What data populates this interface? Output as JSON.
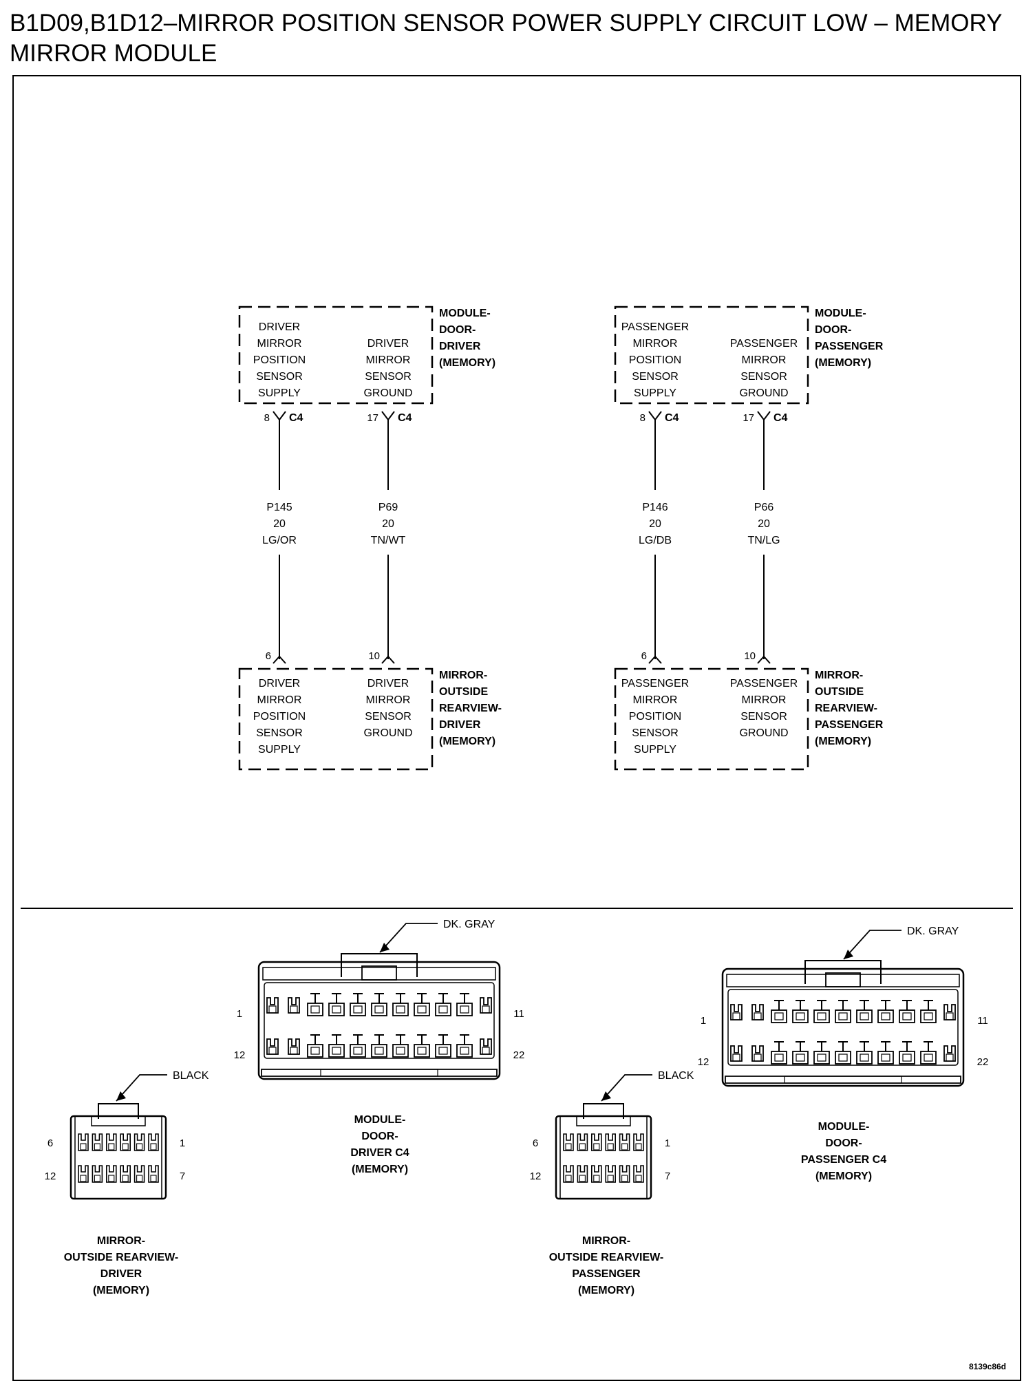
{
  "title_line1": "B1D09,B1D12–MIRROR POSITION SENSOR POWER SUPPLY CIRCUIT LOW – MEMORY",
  "title_line2": "MIRROR MODULE",
  "schematic": {
    "driver": {
      "top_module": {
        "name": [
          "MODULE-",
          "DOOR-",
          "DRIVER",
          "(MEMORY)"
        ],
        "left_function": [
          "DRIVER",
          "MIRROR",
          "POSITION",
          "SENSOR",
          "SUPPLY"
        ],
        "right_function": [
          "DRIVER",
          "MIRROR",
          "SENSOR",
          "GROUND"
        ]
      },
      "wires": [
        {
          "top_pin": "8",
          "connector": "C4",
          "circuit": "P145",
          "gauge": "20",
          "color": "LG/OR",
          "bottom_pin": "6"
        },
        {
          "top_pin": "17",
          "connector": "C4",
          "circuit": "P69",
          "gauge": "20",
          "color": "TN/WT",
          "bottom_pin": "10"
        }
      ],
      "bottom_module": {
        "name": [
          "MIRROR-",
          "OUTSIDE",
          "REARVIEW-",
          "DRIVER",
          "(MEMORY)"
        ],
        "left_function": [
          "DRIVER",
          "MIRROR",
          "POSITION",
          "SENSOR",
          "SUPPLY"
        ],
        "right_function": [
          "DRIVER",
          "MIRROR",
          "SENSOR",
          "GROUND"
        ]
      }
    },
    "passenger": {
      "top_module": {
        "name": [
          "MODULE-",
          "DOOR-",
          "PASSENGER",
          "(MEMORY)"
        ],
        "left_function": [
          "PASSENGER",
          "MIRROR",
          "POSITION",
          "SENSOR",
          "SUPPLY"
        ],
        "right_function": [
          "PASSENGER",
          "MIRROR",
          "SENSOR",
          "GROUND"
        ]
      },
      "wires": [
        {
          "top_pin": "8",
          "connector": "C4",
          "circuit": "P146",
          "gauge": "20",
          "color": "LG/DB",
          "bottom_pin": "6"
        },
        {
          "top_pin": "17",
          "connector": "C4",
          "circuit": "P66",
          "gauge": "20",
          "color": "TN/LG",
          "bottom_pin": "10"
        }
      ],
      "bottom_module": {
        "name": [
          "MIRROR-",
          "OUTSIDE",
          "REARVIEW-",
          "PASSENGER",
          "(MEMORY)"
        ],
        "left_function": [
          "PASSENGER",
          "MIRROR",
          "POSITION",
          "SENSOR",
          "SUPPLY"
        ],
        "right_function": [
          "PASSENGER",
          "MIRROR",
          "SENSOR",
          "GROUND"
        ]
      }
    }
  },
  "connectors": {
    "driver_c4": {
      "color": "DK. GRAY",
      "pins": {
        "top_left": "1",
        "top_right": "11",
        "bottom_left": "12",
        "bottom_right": "22"
      },
      "caption": [
        "MODULE-",
        "DOOR-",
        "DRIVER C4",
        "(MEMORY)"
      ]
    },
    "passenger_c4": {
      "color": "DK. GRAY",
      "pins": {
        "top_left": "1",
        "top_right": "11",
        "bottom_left": "12",
        "bottom_right": "22"
      },
      "caption": [
        "MODULE-",
        "DOOR-",
        "PASSENGER C4",
        "(MEMORY)"
      ]
    },
    "mirror_driver": {
      "color": "BLACK",
      "pins": {
        "top_left": "6",
        "top_right": "1",
        "bottom_left": "12",
        "bottom_right": "7"
      },
      "caption": [
        "MIRROR-",
        "OUTSIDE REARVIEW-",
        "DRIVER",
        "(MEMORY)"
      ]
    },
    "mirror_passenger": {
      "color": "BLACK",
      "pins": {
        "top_left": "6",
        "top_right": "1",
        "bottom_left": "12",
        "bottom_right": "7"
      },
      "caption": [
        "MIRROR-",
        "OUTSIDE REARVIEW-",
        "PASSENGER",
        "(MEMORY)"
      ]
    }
  },
  "figure_id": "8139c86d"
}
